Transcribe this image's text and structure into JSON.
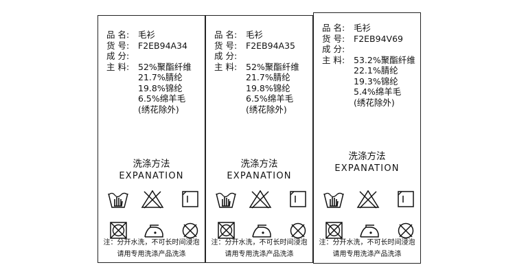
{
  "labels": [
    {
      "name_key": "品  名:",
      "name_val": "毛衫",
      "code_key": "货  号:",
      "code_val": "F2EB94A34",
      "comp_key": "成  分:",
      "main_key": "主  料:",
      "materials": [
        "52%聚酯纤维",
        "21.7%腈纶",
        "19.8%锦纶",
        "6.5%绵羊毛",
        "(绣花除外)"
      ],
      "wash_title": "洗涤方法",
      "wash_sub": "EXPANATION",
      "note_line1": "注：分开水洗，不可长时间浸泡",
      "note_line2": "请用专用洗涤产品洗涤"
    },
    {
      "name_key": "品  名:",
      "name_val": "毛衫",
      "code_key": "货  号:",
      "code_val": "F2EB94A35",
      "comp_key": "成  分:",
      "main_key": "主  料:",
      "materials": [
        "52%聚酯纤维",
        "21.7%腈纶",
        "19.8%锦纶",
        "6.5%绵羊毛",
        "(绣花除外)"
      ],
      "wash_title": "洗涤方法",
      "wash_sub": "EXPANATION",
      "note_line1": "注：分开水洗，不可长时间浸泡",
      "note_line2": "请用专用洗涤产品洗涤"
    },
    {
      "name_key": "品  名:",
      "name_val": "毛衫",
      "code_key": "货  号:",
      "code_val": "F2EB94V69",
      "comp_key": "成  分:",
      "main_key": "主  料:",
      "materials": [
        "53.2%聚酯纤维",
        "22.1%腈纶",
        "19.3%锦纶",
        "5.4%绵羊毛",
        "(绣花除外)"
      ],
      "wash_title": "洗涤方法",
      "wash_sub": "EXPANATION",
      "note_line1": "注：分开水洗，不可长时间浸泡",
      "note_line2": "请用专用洗涤产品洗涤"
    }
  ],
  "icons": [
    "hand-wash-icon",
    "do-not-bleach-icon",
    "line-dry-icon",
    "do-not-tumble-dry-icon",
    "iron-low-icon",
    "do-not-dry-clean-icon"
  ]
}
